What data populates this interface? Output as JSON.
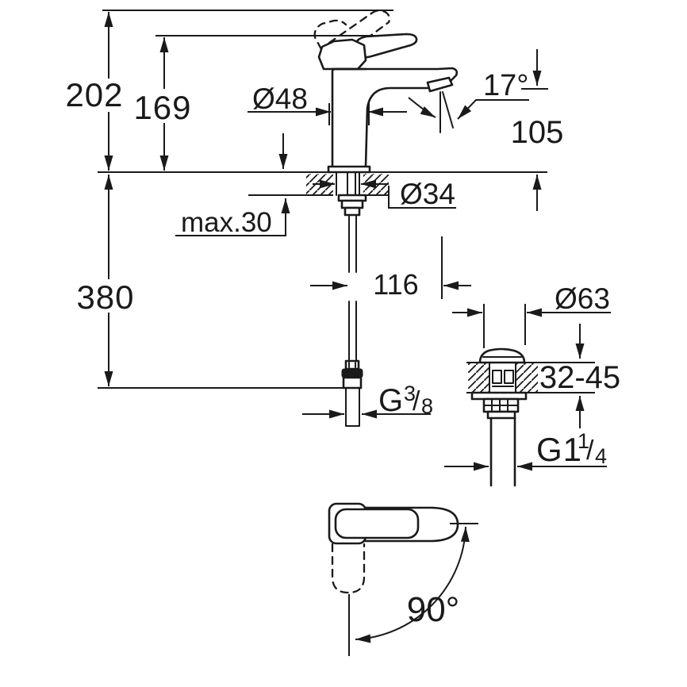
{
  "drawing": {
    "background": "#ffffff",
    "line_color": "#1a1a1a",
    "dimensions": {
      "overall_height": "202",
      "height_to_handle_rest": "169",
      "body_diameter": "Ø48",
      "spout_angle": "17°",
      "spout_height": "105",
      "mounting_hole_diameter": "Ø34",
      "max_deck_thickness": "max.30",
      "hose_length": "380",
      "spout_projection": "116",
      "waste_flange_diameter": "Ø63",
      "waste_deck_thickness_range": "32-45",
      "handle_swivel_angle": "90°",
      "supply_connection": {
        "prefix": "G",
        "sup": "3",
        "slash": "/",
        "sub": "8"
      },
      "waste_connection": {
        "prefix": "G1",
        "sup": "1",
        "slash": "/",
        "sub": "4"
      }
    }
  }
}
